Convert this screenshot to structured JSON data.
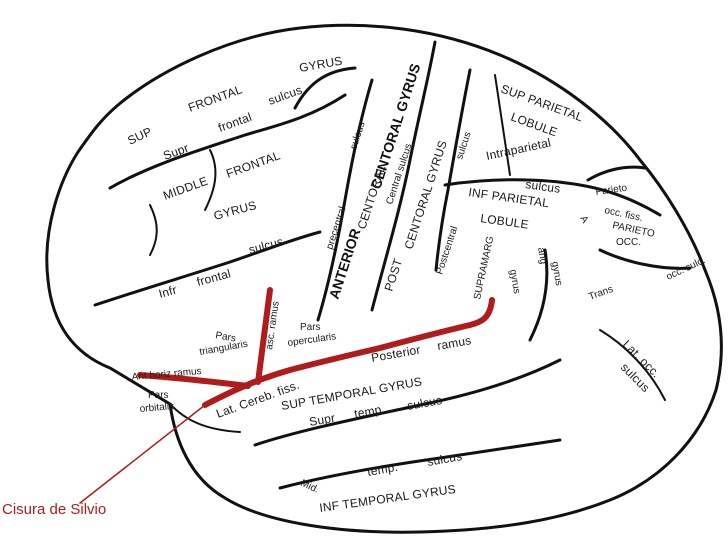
{
  "labels": {
    "sup": "SUP",
    "frontal_top": "FRONTAL",
    "gyrus_top": "GYRUS",
    "supr": "Supr",
    "frontal_mid": "frontal",
    "sulcus_sf": "sulcus",
    "middle": "MIDDLE",
    "frontal_m": "FRONTAL",
    "gyrus_m": "GYRUS",
    "infr": "Infr",
    "frontal_i": "frontal",
    "sulcus_i": "sulcus",
    "precentral": "precentral",
    "sulcus_pc": "sulcus",
    "central_gyrus": "CENTORAL GYRUS",
    "central_sulcus": "Central sulcus",
    "anterior": "ANTERIOR",
    "centoral": "CENTORAL",
    "post": "POST",
    "centoral_post": "CENTORAL GYRUS",
    "sulcus_post": "sulcus",
    "postcentral": "Postcentral",
    "sup_parietal": "SUP PARIETAL",
    "lobule_sp": "LOBULE",
    "intraparietal": "Intraparietal",
    "sulcus_ip": "sulcus",
    "inf_parietal": "INF PARIETAL",
    "lobule_ip": "LOBULE",
    "supramarg": "SUPRAMARG",
    "gyrus_sm": "gyrus",
    "ang": "ang",
    "gyrus_ang": "gyrus",
    "parieto_occ_fiss": "Parieto",
    "occ_fiss": "occ. fiss.",
    "parieto_occ": "PARIETO",
    "occ": "OCC.",
    "trans": "Trans",
    "occ_sulc": "occ. sulc.",
    "lat_occ": "Lat. occ.",
    "sulcus_lo": "sulcus",
    "pars_triangularis": "Pars",
    "triangularis": "triangularis",
    "asc_ramus": "asc. ramus",
    "pars_opercularis": "Pars",
    "opercularis": "opercularis",
    "ant_horiz_ramus": "Ant horiz ramus",
    "pars_orbitalis": "Pars",
    "orbitalis": "orbitalis",
    "lat_cereb_fiss": "Lat. Cereb. fiss.",
    "posterior": "Posterior",
    "ramus": "ramus",
    "sup_temporal_gyrus": "SUP TEMPORAL GYRUS",
    "supr_t": "Supr",
    "temp_t": "temp.",
    "sulcus_t": "sulcus",
    "mid": "Mid.",
    "temp_m": "temp.",
    "sulcus_m": "sulcus",
    "inf_temporal_gyrus": "INF TEMPORAL GYRUS",
    "a_label": "A",
    "cisura_de_silvio": "Cisura de Silvio"
  },
  "colors": {
    "outline": "#111111",
    "fissure": "#b01c1c",
    "caption": "#b01c1c",
    "background": "#ffffff"
  }
}
